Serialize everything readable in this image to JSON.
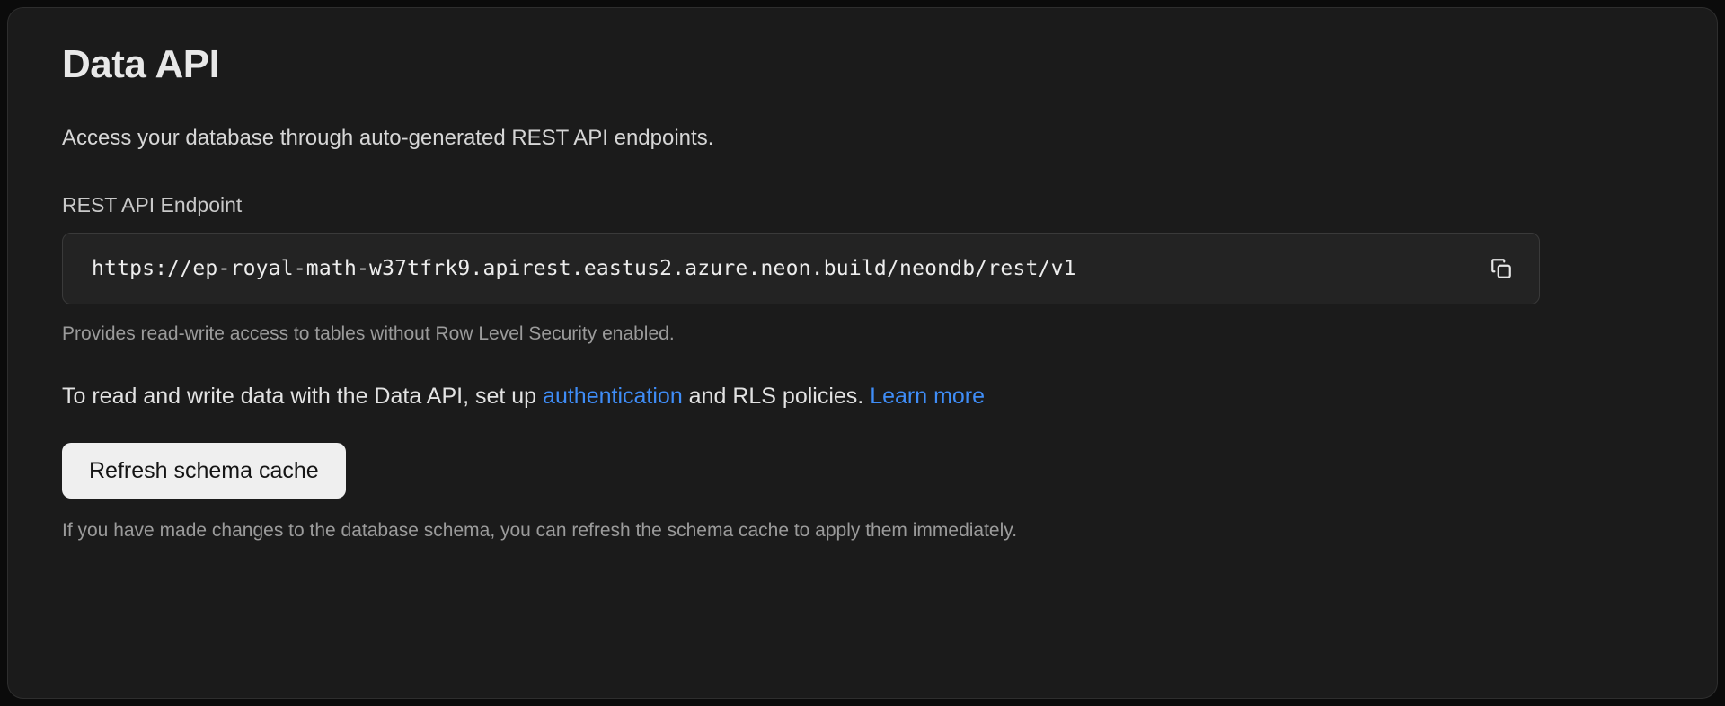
{
  "card": {
    "title": "Data API",
    "subtitle": "Access your database through auto-generated REST API endpoints.",
    "endpoint": {
      "label": "REST API Endpoint",
      "value": "https://ep-royal-math-w37tfrk9.apirest.eastus2.azure.neon.build/neondb/rest/v1",
      "placeholder": "https://",
      "copy_icon": "copy-icon",
      "hint": "Provides read-write access to tables without Row Level Security enabled."
    },
    "body": {
      "text_before_link": "To read and write data with the Data API, set up ",
      "link_auth": "authentication",
      "text_between": " and RLS policies. ",
      "link_learn_more": "Learn more"
    },
    "refresh": {
      "label": "Refresh schema cache",
      "hint": "If you have made changes to the database schema, you can refresh the schema cache to apply them immediately."
    }
  },
  "colors": {
    "page_background": "#0b0b0b",
    "card_background": "#1b1b1b",
    "card_border": "#2e2e2e",
    "input_background": "#232323",
    "input_border": "#3a3a3a",
    "link": "#3f8df7",
    "button_background": "#efefef",
    "button_text": "#141414",
    "title_text": "#e8e8e8",
    "muted_text": "#9b9b9b"
  }
}
